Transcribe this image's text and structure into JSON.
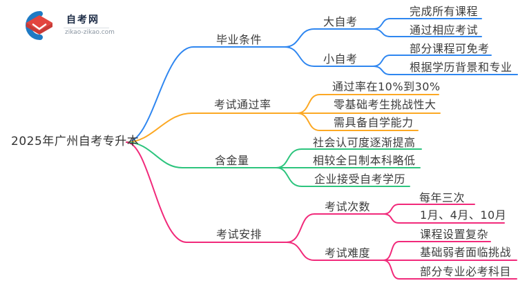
{
  "logo": {
    "title": "自考网",
    "domain": "zikao-zikao.com",
    "icon_blue": "#1e7ac4",
    "icon_red": "#e3453f",
    "icon_red_dark": "#c93a36"
  },
  "root": {
    "label": "2025年广州自考专升本"
  },
  "branches": [
    {
      "label": "毕业条件",
      "color": "#2e86f0",
      "children": [
        {
          "label": "大自考",
          "children": [
            {
              "label": "完成所有课程"
            },
            {
              "label": "通过相应考试"
            }
          ]
        },
        {
          "label": "小自考",
          "children": [
            {
              "label": "部分课程可免考"
            },
            {
              "label": "根据学历背景和专业"
            }
          ]
        }
      ]
    },
    {
      "label": "考试通过率",
      "color": "#fca823",
      "children": [
        {
          "label": "通过率在10%到30%"
        },
        {
          "label": "零基础考生挑战性大"
        },
        {
          "label": "需具备自学能力"
        }
      ]
    },
    {
      "label": "含金量",
      "color": "#2cc47d",
      "children": [
        {
          "label": "社会认可度逐渐提高"
        },
        {
          "label": "相较全日制本科略低"
        },
        {
          "label": "企业接受自考学历"
        }
      ]
    },
    {
      "label": "考试安排",
      "color": "#f1297a",
      "children": [
        {
          "label": "考试次数",
          "children": [
            {
              "label": "每年三次"
            },
            {
              "label": "1月、4月、10月"
            }
          ]
        },
        {
          "label": "考试难度",
          "children": [
            {
              "label": "课程设置复杂"
            },
            {
              "label": "基础弱者面临挑战"
            },
            {
              "label": "部分专业必考科目"
            }
          ]
        }
      ]
    }
  ]
}
